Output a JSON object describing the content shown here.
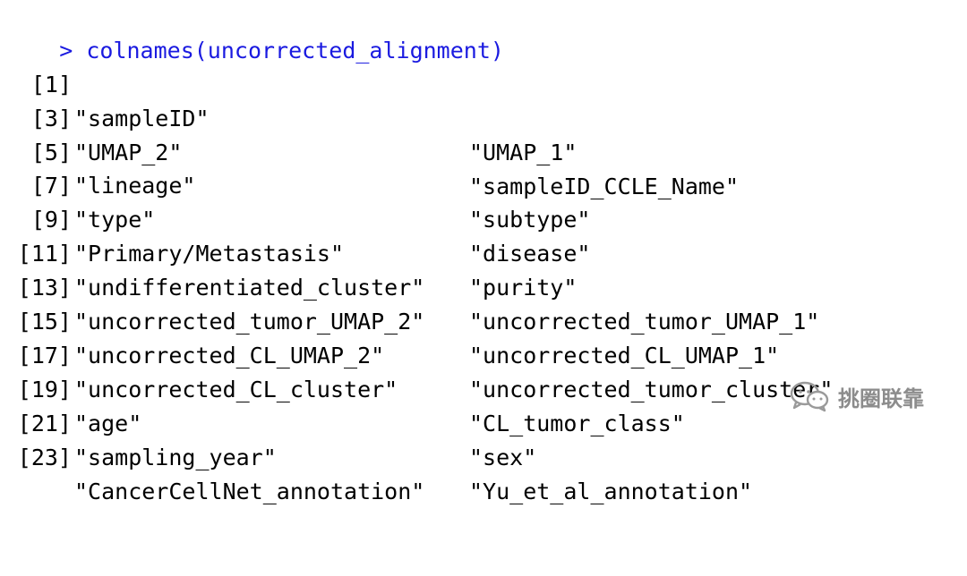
{
  "console": {
    "prompt_symbol": ">",
    "command": "colnames(uncorrected_alignment)",
    "prompt_color": "#1a1ae0",
    "rows": [
      {
        "index": "[1]",
        "a": "\"sampleID\"",
        "b": "\"UMAP_1\""
      },
      {
        "index": "[3]",
        "a": "\"UMAP_2\"",
        "b": "\"sampleID_CCLE_Name\""
      },
      {
        "index": "[5]",
        "a": "\"lineage\"",
        "b": "\"subtype\""
      },
      {
        "index": "[7]",
        "a": "\"type\"",
        "b": "\"disease\""
      },
      {
        "index": "[9]",
        "a": "\"Primary/Metastasis\"",
        "b": "\"purity\""
      },
      {
        "index": "[11]",
        "a": "\"undifferentiated_cluster\"",
        "b": "\"uncorrected_tumor_UMAP_1\""
      },
      {
        "index": "[13]",
        "a": "\"uncorrected_tumor_UMAP_2\"",
        "b": "\"uncorrected_CL_UMAP_1\""
      },
      {
        "index": "[15]",
        "a": "\"uncorrected_CL_UMAP_2\"",
        "b": "\"uncorrected_tumor_cluster\""
      },
      {
        "index": "[17]",
        "a": "\"uncorrected_CL_cluster\"",
        "b": "\"CL_tumor_class\""
      },
      {
        "index": "[19]",
        "a": "\"age\"",
        "b": "\"sex\""
      },
      {
        "index": "[21]",
        "a": "\"sampling_year\"",
        "b": "\"Yu_et_al_annotation\""
      },
      {
        "index": "[23]",
        "a": "\"CancerCellNet_annotation\"",
        "b": ""
      }
    ]
  },
  "watermark": {
    "icon": "wechat-icon",
    "text": "挑圈联靠",
    "color": "#8c8c8c"
  }
}
